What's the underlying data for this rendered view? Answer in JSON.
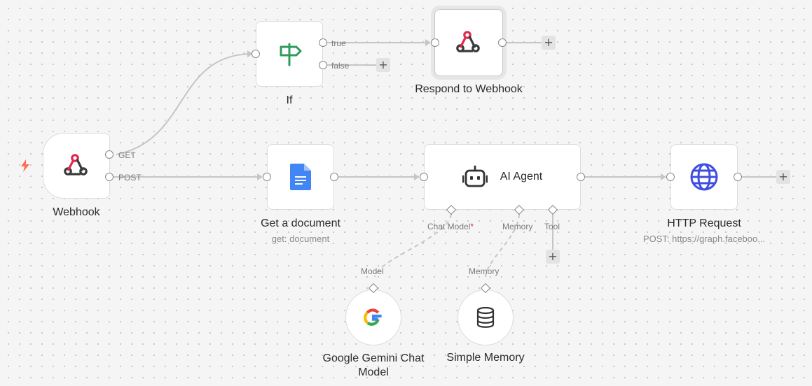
{
  "nodes": {
    "webhook": {
      "title": "Webhook",
      "outputs": [
        "GET",
        "POST"
      ]
    },
    "if": {
      "title": "If",
      "outputs": [
        "true",
        "false"
      ]
    },
    "respond": {
      "title": "Respond to Webhook"
    },
    "get_document": {
      "title": "Get a document",
      "subtitle": "get: document"
    },
    "ai_agent": {
      "title": "AI Agent",
      "ports": {
        "chat_model": "Chat Model",
        "required_mark": "*",
        "memory": "Memory",
        "tool": "Tool"
      }
    },
    "http_request": {
      "title": "HTTP Request",
      "subtitle": "POST: https://graph.faceboo..."
    },
    "gemini": {
      "title": "Google Gemini Chat Model",
      "port_label": "Model"
    },
    "memory": {
      "title": "Simple Memory",
      "port_label": "Memory"
    }
  },
  "ui": {
    "add_symbol": "+"
  },
  "colors": {
    "webhook_red": "#e0294f",
    "webhook_dark": "#3a3a3a",
    "if_green": "#2e9b5b",
    "docs_blue": "#4285f4",
    "http_blue": "#3d4ee0",
    "trigger_bolt": "#ff6d5a"
  }
}
